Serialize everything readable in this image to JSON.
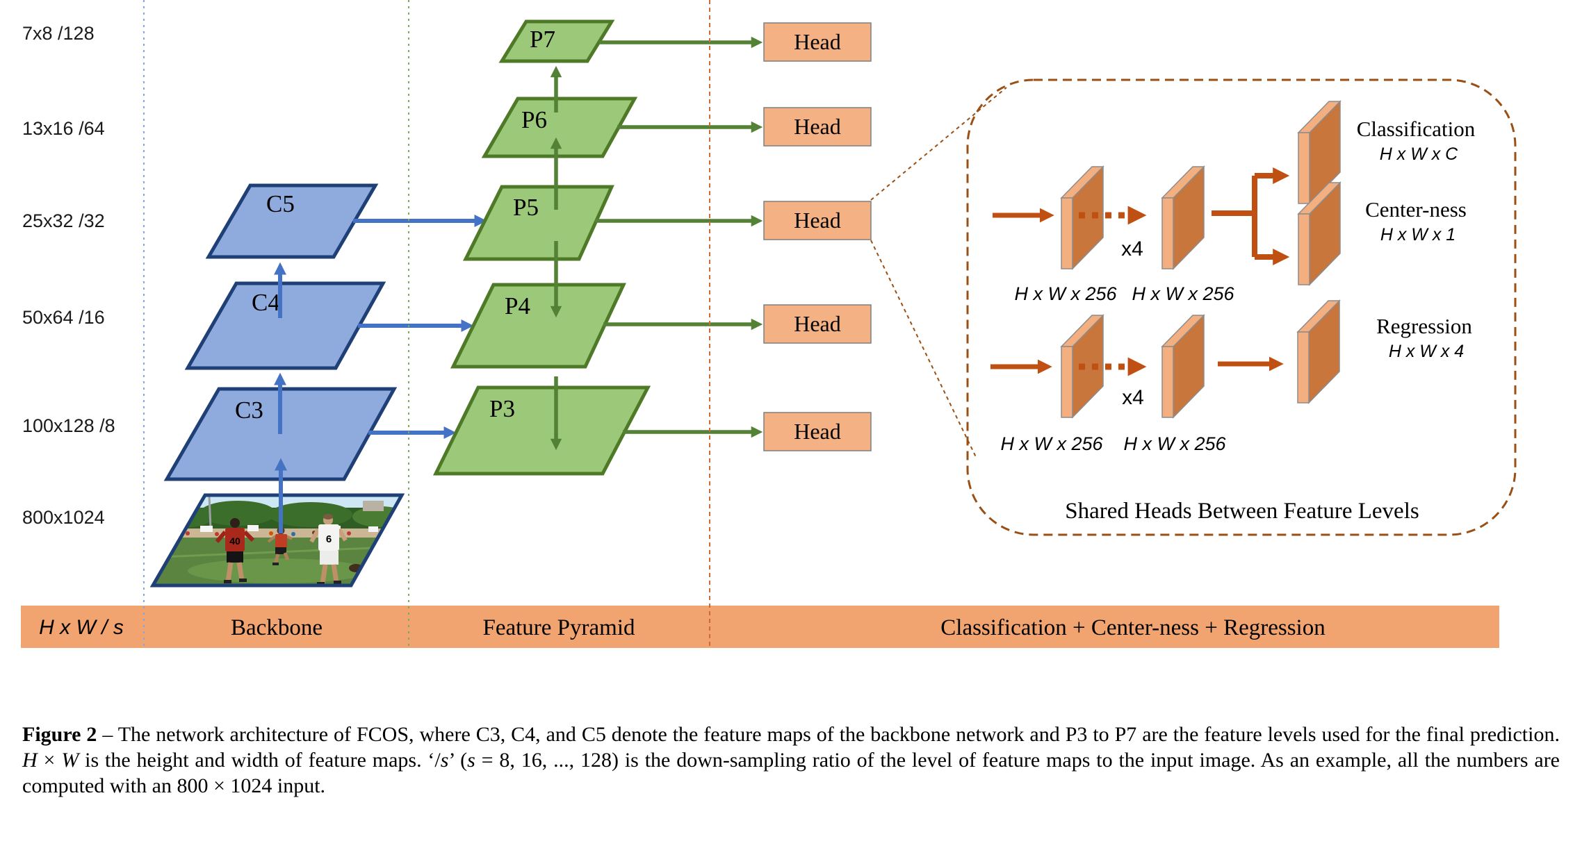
{
  "left_axis": {
    "labels": [
      "7x8  /128",
      "13x16  /64",
      "25x32  /32",
      "50x64  /16",
      "100x128  /8",
      "800x1024"
    ]
  },
  "backbone": {
    "c5": "C5",
    "c4": "C4",
    "c3": "C3"
  },
  "pyramid": {
    "p7": "P7",
    "p6": "P6",
    "p5": "P5",
    "p4": "P4",
    "p3": "P3"
  },
  "head_label": "Head",
  "detail": {
    "x4": "x4",
    "conv_dim": "H x W x 256",
    "classification": {
      "label": "Classification",
      "dim": "H x W x C"
    },
    "centerness": {
      "label": "Center-ness",
      "dim": "H x W x 1"
    },
    "regression": {
      "label": "Regression",
      "dim": "H x W x 4"
    },
    "shared_note": "Shared Heads Between Feature Levels"
  },
  "bottom_bar": {
    "axis": "H x W  / s",
    "backbone": "Backbone",
    "feature_pyramid": "Feature Pyramid",
    "heads": "Classification + Center-ness + Regression"
  },
  "photo": {
    "jersey_left": "40",
    "jersey_right": "6"
  },
  "caption": {
    "fig": "Figure 2",
    "sep": " – ",
    "t1": "The network architecture of FCOS, where C3, C4, and C5 denote the feature maps of the backbone network and P3 to P7 are the feature levels used for the final prediction. ",
    "m1": "H",
    "x1": " × ",
    "m2": "W",
    "t2": " is the height and width of feature maps. ‘/",
    "m3": "s",
    "t3": "’ (",
    "m4": "s",
    "t4": " = 8, 16, ..., 128) is the down-sampling ratio of the level of feature maps to the input image. As an example, all the numbers are computed with an 800 × 1024 input."
  },
  "colors": {
    "backbone_fill": "#8FAADC",
    "backbone_border": "#1F3F77",
    "arrow_blue": "#4472C4",
    "pyramid_fill": "#9CC87A",
    "pyramid_border": "#4E7A28",
    "arrow_green": "#538135",
    "head_fill": "#F4B183",
    "head_border": "#7F7F7F",
    "bar_fill": "#F2A470",
    "slab_light": "#F3AF80",
    "slab_dark": "#C9763D",
    "arrow_orange": "#BF5012",
    "callout_brown": "#9A4F14",
    "divider_blue": "#8BA3D7",
    "divider_green": "#7FA95B",
    "divider_orange": "#CE6A35"
  }
}
